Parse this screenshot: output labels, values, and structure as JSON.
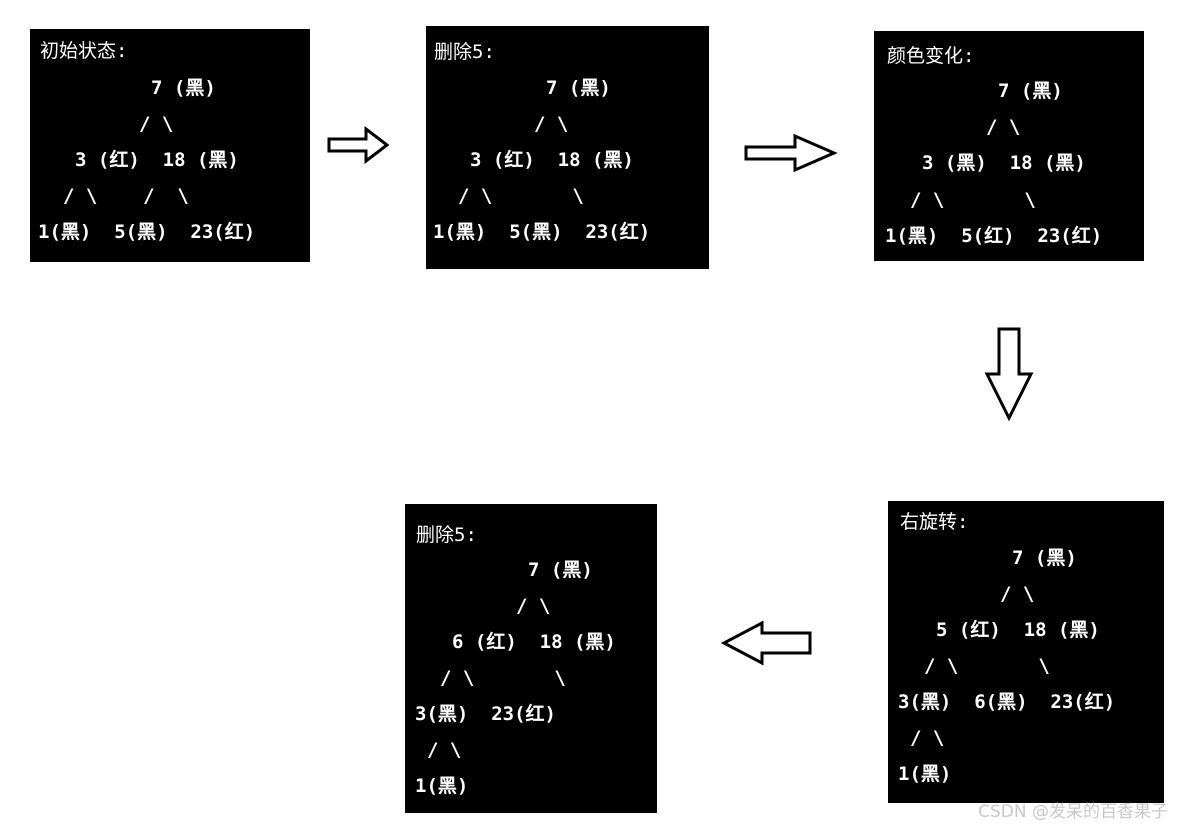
{
  "panels": [
    {
      "id": "initial",
      "title": "初始状态:",
      "lines": [
        "7 (黑)",
        "/ \\",
        "3 (红)  18 (黑)",
        "/ \\    /  \\",
        "1(黑)  5(黑)  23(红)"
      ]
    },
    {
      "id": "delete-1",
      "title": "删除5:",
      "lines": [
        "7 (黑)",
        "/ \\",
        "3 (红)  18 (黑)",
        "/ \\       \\",
        "1(黑)  5(黑)  23(红)"
      ]
    },
    {
      "id": "color-change",
      "title": "颜色变化:",
      "lines": [
        "7 (黑)",
        "/ \\",
        "3 (黑)  18 (黑)",
        "/ \\       \\",
        "1(黑)  5(红)  23(红)"
      ]
    },
    {
      "id": "right-rotate",
      "title": "右旋转:",
      "lines": [
        "7 (黑)",
        "/ \\",
        "5 (红)  18 (黑)",
        "/ \\       \\",
        "3(黑)  6(黑)  23(红)",
        "/ \\",
        "1(黑)"
      ]
    },
    {
      "id": "delete-2",
      "title": "删除5:",
      "lines": [
        "7 (黑)",
        "/ \\",
        "6 (红)  18 (黑)",
        "/ \\       \\",
        "3(黑)  23(红)",
        "/ \\",
        "1(黑)"
      ]
    }
  ],
  "watermark": "CSDN @发呆的百香果子",
  "colors": {
    "panel_background": "#000000",
    "panel_text": "#ffffff",
    "arrow_stroke": "#000000",
    "watermark": "#c8c8c8"
  }
}
